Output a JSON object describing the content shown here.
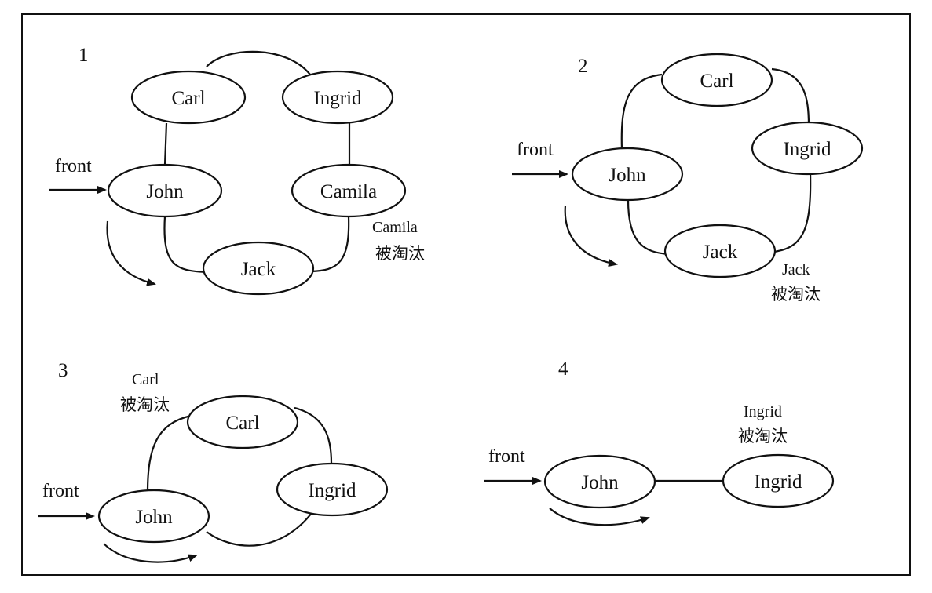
{
  "diagram": {
    "front_label": "front",
    "eliminated_suffix": "被淘汰",
    "stages": [
      {
        "number": "1",
        "nodes": [
          "Carl",
          "Ingrid",
          "John",
          "Camila",
          "Jack"
        ],
        "eliminated": "Camila"
      },
      {
        "number": "2",
        "nodes": [
          "Carl",
          "Ingrid",
          "John",
          "Jack"
        ],
        "eliminated": "Jack"
      },
      {
        "number": "3",
        "nodes": [
          "Carl",
          "Ingrid",
          "John"
        ],
        "eliminated": "Carl"
      },
      {
        "number": "4",
        "nodes": [
          "John",
          "Ingrid"
        ],
        "eliminated": "Ingrid"
      }
    ]
  }
}
